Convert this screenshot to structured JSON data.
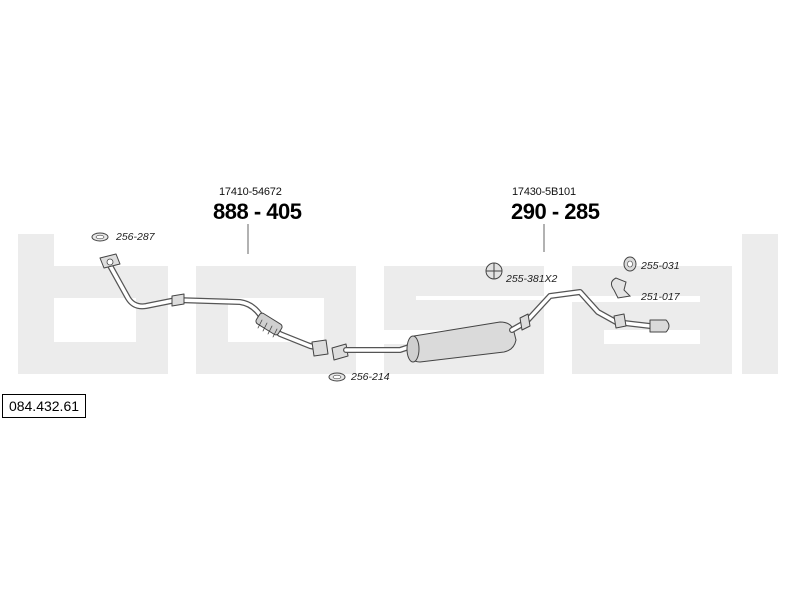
{
  "catalog_number": "084.432.61",
  "watermark_brand": "bosal",
  "colors": {
    "watermark": "#ececec",
    "line": "#555555",
    "part_fill": "#d8d8d8"
  },
  "parts": [
    {
      "code": "17410-54672",
      "number": "888 - 405"
    },
    {
      "code": "17430-5B101",
      "number": "290 - 285"
    }
  ],
  "references": [
    {
      "label": "256-287"
    },
    {
      "label": "256-214"
    },
    {
      "label": "255-381X2"
    },
    {
      "label": "255-031"
    },
    {
      "label": "251-017"
    }
  ]
}
